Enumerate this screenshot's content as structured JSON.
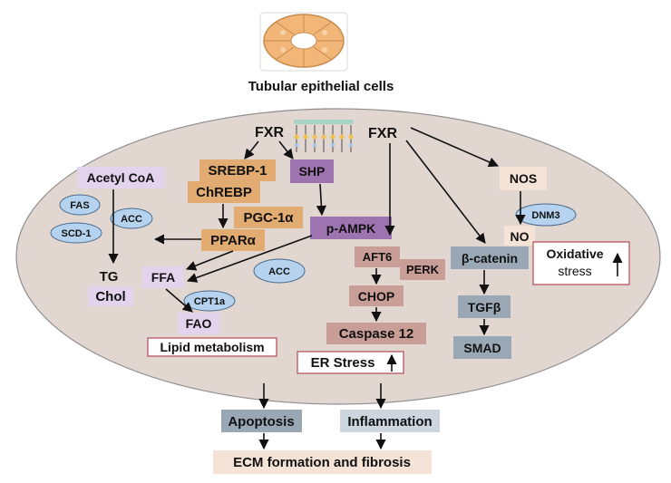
{
  "title": "Tubular epithelial cells",
  "nodes": {
    "fxr_left": "FXR",
    "fxr_right": "FXR",
    "srebp1": "SREBP-1",
    "chrebp": "ChREBP",
    "shp": "SHP",
    "acetyl_coa": "Acetyl CoA",
    "fas": "FAS",
    "acc_left": "ACC",
    "scd1": "SCD-1",
    "pgc1a": "PGC-1α",
    "ppara": "PPARα",
    "pampk": "p-AMPK",
    "tg": "TG",
    "chol": "Chol",
    "ffa": "FFA",
    "acc_mid": "ACC",
    "cpt1a": "CPT1a",
    "fao": "FAO",
    "lipid_metabolism": "Lipid metabolism",
    "aft6": "AFT6",
    "perk": "PERK",
    "chop": "CHOP",
    "caspase12": "Caspase 12",
    "er_stress": "ER Stress",
    "nos": "NOS",
    "dnm3": "DNM3",
    "no": "NO",
    "oxidative": "Oxidative",
    "stress": "stress",
    "bcatenin": "β-catenin",
    "tgfb": "TGFβ",
    "smad": "SMAD",
    "apoptosis": "Apoptosis",
    "inflammation": "Inflammation",
    "ecm": "ECM formation and fibrosis"
  },
  "colors": {
    "cell_fill": "#e2d6d1",
    "orange": "#e1ab72",
    "purple": "#9d73b0",
    "lavender": "#e3d3ec",
    "ellipse_blue": "#b5d3ef",
    "rose": "#c99e97",
    "peach": "#f5e3d7",
    "steel": "#9aa8b6",
    "box_border": "#b24a55"
  }
}
